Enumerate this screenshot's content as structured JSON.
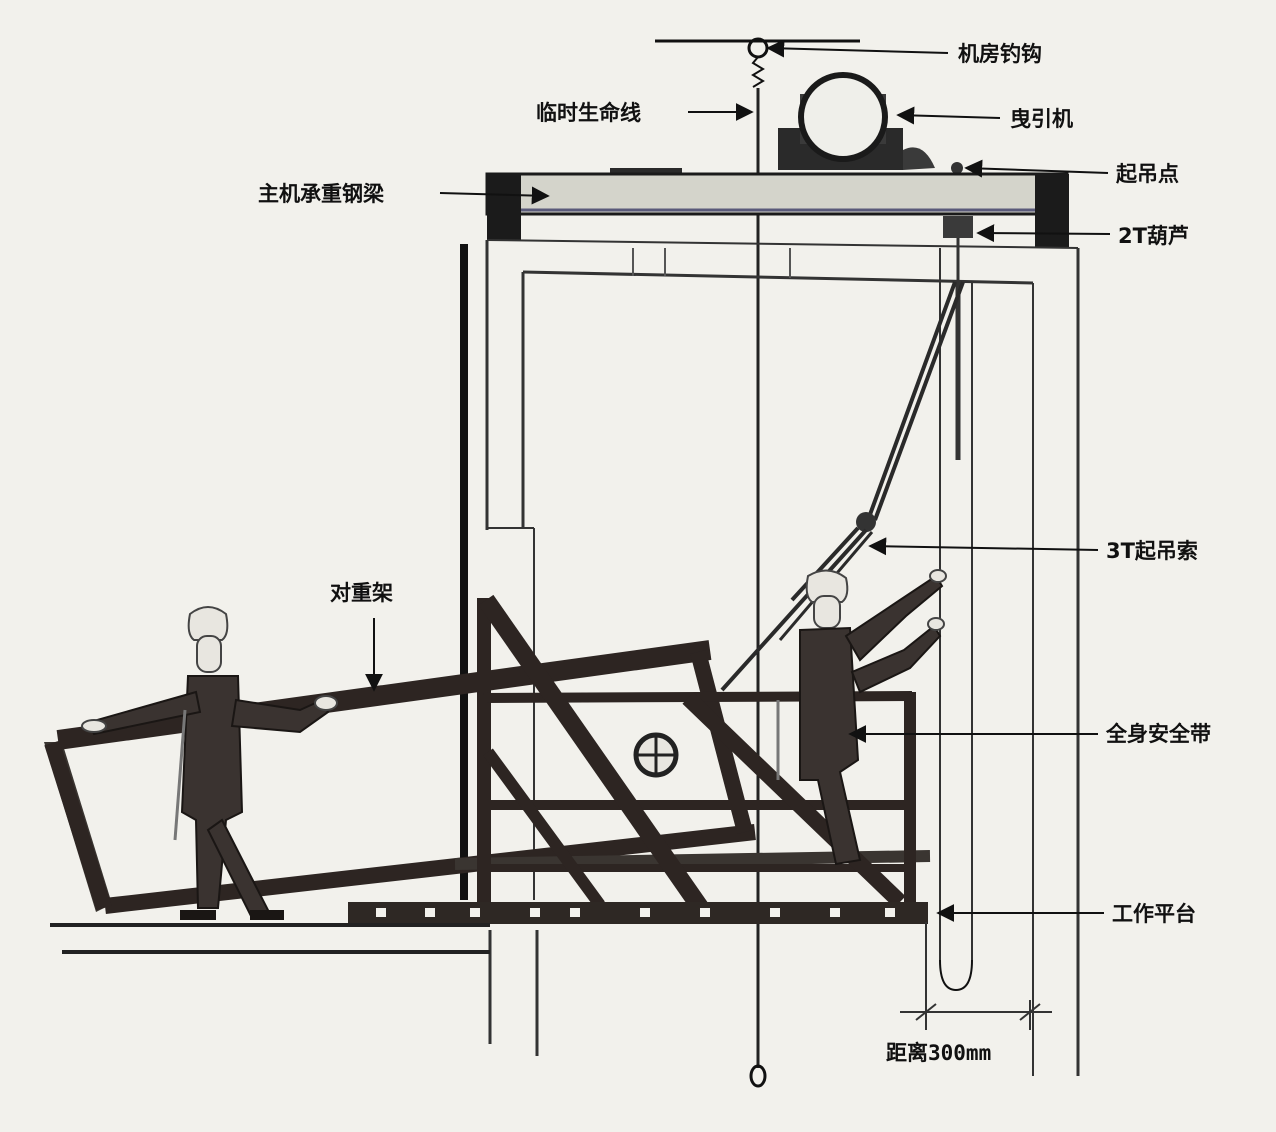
{
  "labels": {
    "machine_room_hook": "机房钓钩",
    "temporary_lifeline": "临时生命线",
    "traction_machine": "曳引机",
    "lifting_point": "起吊点",
    "main_beam": "主机承重钢梁",
    "hoist_2t": "2T葫芦",
    "counterweight_frame": "对重架",
    "sling_3t": "3T起吊索",
    "full_body_harness": "全身安全带",
    "work_platform": "工作平台",
    "distance": "距离300mm"
  },
  "colors": {
    "background": "#f2f1ec",
    "line": "#111111",
    "steel": "#2d2522",
    "beam": "#d4d4cb"
  }
}
